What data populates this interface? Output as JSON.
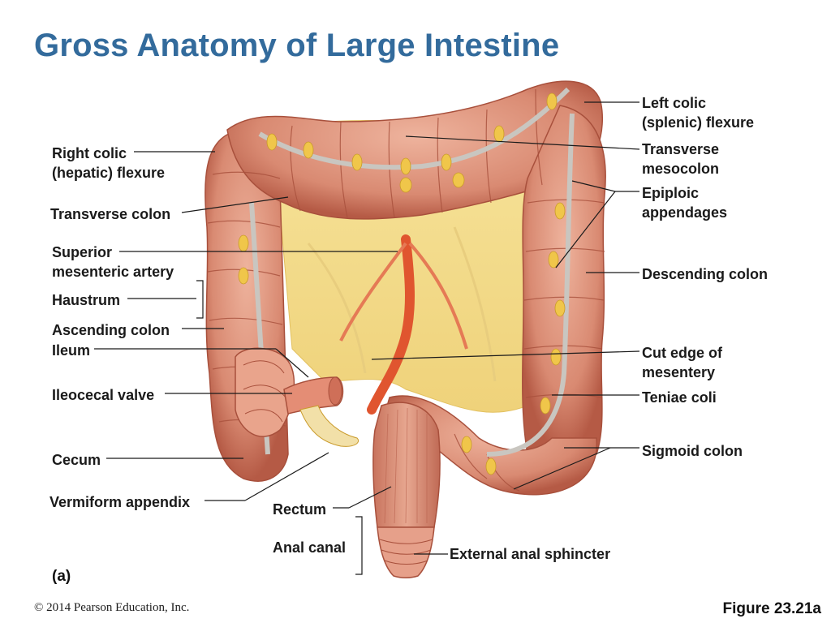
{
  "title": "Gross Anatomy of Large Intestine",
  "labels": {
    "left_colic": [
      "Left colic",
      "(splenic) flexure"
    ],
    "transverse_mesocolon": [
      "Transverse",
      "mesocolon"
    ],
    "epiploic": [
      "Epiploic",
      "appendages"
    ],
    "descending_colon": "Descending colon",
    "cut_edge": [
      "Cut edge of",
      "mesentery"
    ],
    "teniae_coli": "Teniae coli",
    "sigmoid_colon": "Sigmoid colon",
    "external_anal_sphincter": "External anal sphincter",
    "right_colic": [
      "Right colic",
      "(hepatic) flexure"
    ],
    "transverse_colon": "Transverse colon",
    "sma": [
      "Superior",
      "mesenteric artery"
    ],
    "haustrum": "Haustrum",
    "ascending_colon": "Ascending colon",
    "ileum": "Ileum",
    "ileocecal_valve": "Ileocecal valve",
    "cecum": "Cecum",
    "appendix": "Vermiform appendix",
    "rectum": "Rectum",
    "anal_canal": "Anal canal"
  },
  "panel_label": "(a)",
  "copyright": "© 2014 Pearson Education, Inc.",
  "figure": "Figure 23.21a",
  "colors": {
    "title": "#336b9c",
    "colon": "#d98a72",
    "colon_dark": "#b55a45",
    "mesentery": "#f3dc8a",
    "fat": "#f0c64a",
    "artery": "#e0552f",
    "teniae": "#c9c6c0"
  }
}
